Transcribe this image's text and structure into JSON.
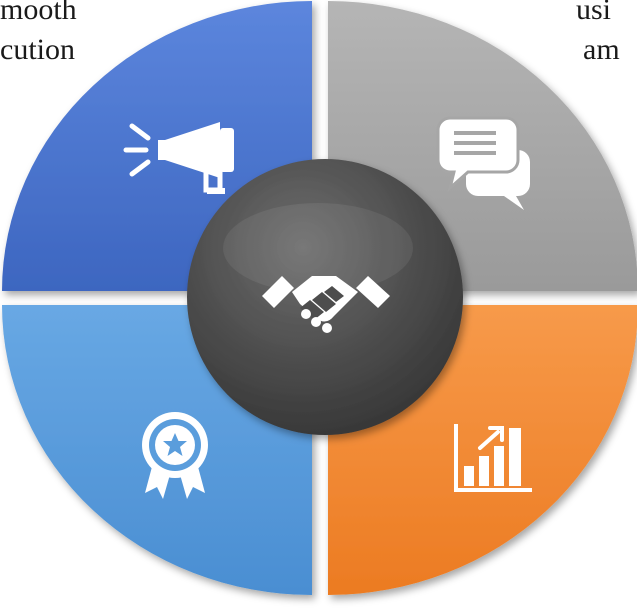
{
  "text_fragments": {
    "top_left_line1": "mooth",
    "top_left_line2": "cution",
    "top_right_line1": "usi",
    "top_right_line2": "am"
  },
  "segments": [
    {
      "id": "top-left",
      "color": "#4a74cf",
      "icon": "megaphone-icon"
    },
    {
      "id": "top-right",
      "color": "#a6a6a6",
      "icon": "chat-bubbles-icon"
    },
    {
      "id": "bottom-right",
      "color": "#f28a35",
      "icon": "growth-chart-icon"
    },
    {
      "id": "bottom-left",
      "color": "#5a9ddc",
      "icon": "award-badge-icon"
    }
  ],
  "hub": {
    "color": "#4d4d4d",
    "icon": "handshake-icon"
  }
}
